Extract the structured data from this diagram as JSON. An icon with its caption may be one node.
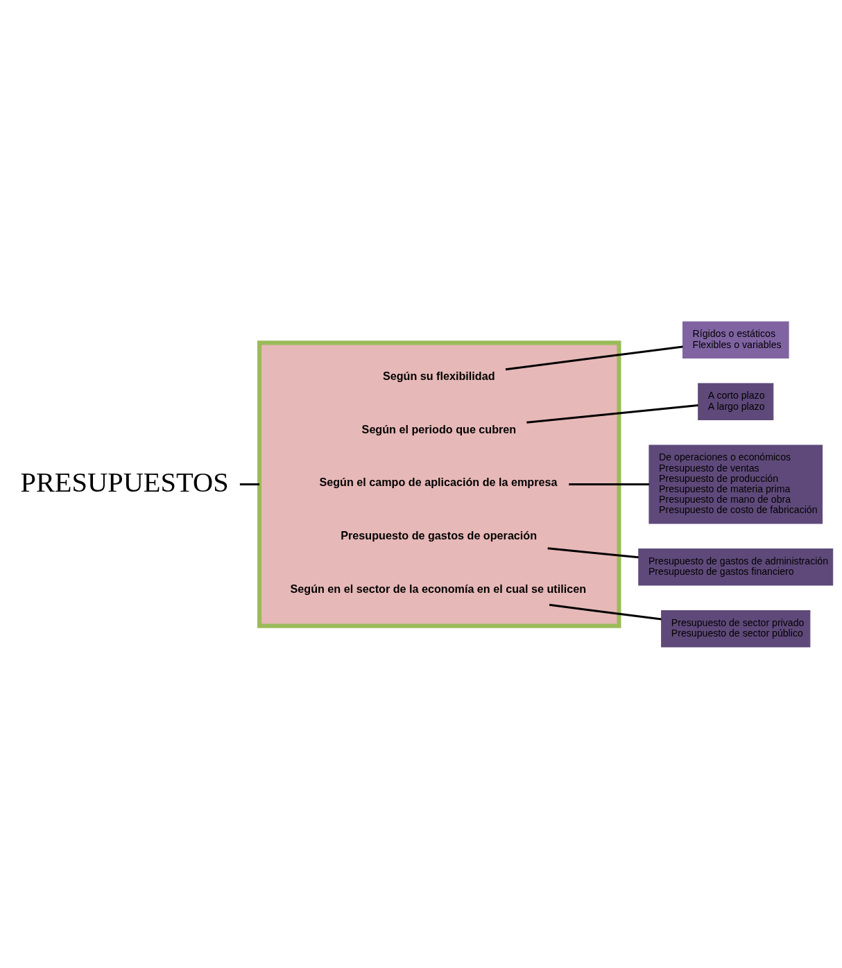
{
  "diagram": {
    "nodes": [
      {
        "text": [
          "PRESUPUESTOS"
        ]
      },
      {
        "text": [],
        "shape": "box"
      },
      {
        "text": [
          "Según su flexibilidad"
        ],
        "in": 1
      },
      {
        "text": [
          "Según el periodo que cubren"
        ],
        "in": 1
      },
      {
        "text": [
          "Según el campo de aplicación de la empresa"
        ],
        "in": 1
      },
      {
        "text": [
          "Presupuesto de gastos de operación"
        ],
        "in": 1
      },
      {
        "text": [
          "Según en el sector de la economía en el cual se utilicen"
        ],
        "in": 1
      },
      {
        "text": [
          "Rígidos o estáticos",
          "Flexibles o variables"
        ]
      },
      {
        "text": [
          "A corto plazo",
          "A largo plazo"
        ]
      },
      {
        "text": [
          "De operaciones o económicos",
          "Presupuesto de ventas",
          "Presupuesto de producción",
          "Presupuesto de materia prima",
          "Presupuesto de mano de obra",
          "Presupuesto de costo de fabricación"
        ]
      },
      {
        "text": [
          "Presupuesto de gastos de administración",
          "Presupuesto de gastos financiero"
        ]
      },
      {
        "text": [
          "Presupuesto de sector privado",
          "Presupuesto de sector público"
        ]
      }
    ],
    "edges": [
      {
        "from": 0,
        "to": 1,
        "arrow": "none"
      },
      {
        "from": 2,
        "to": 7,
        "arrow": "none"
      },
      {
        "from": 3,
        "to": 8,
        "arrow": "none"
      },
      {
        "from": 4,
        "to": 9,
        "arrow": "none"
      },
      {
        "from": 5,
        "to": 10,
        "arrow": "none"
      },
      {
        "from": 6,
        "to": 11,
        "arrow": "none"
      }
    ]
  }
}
